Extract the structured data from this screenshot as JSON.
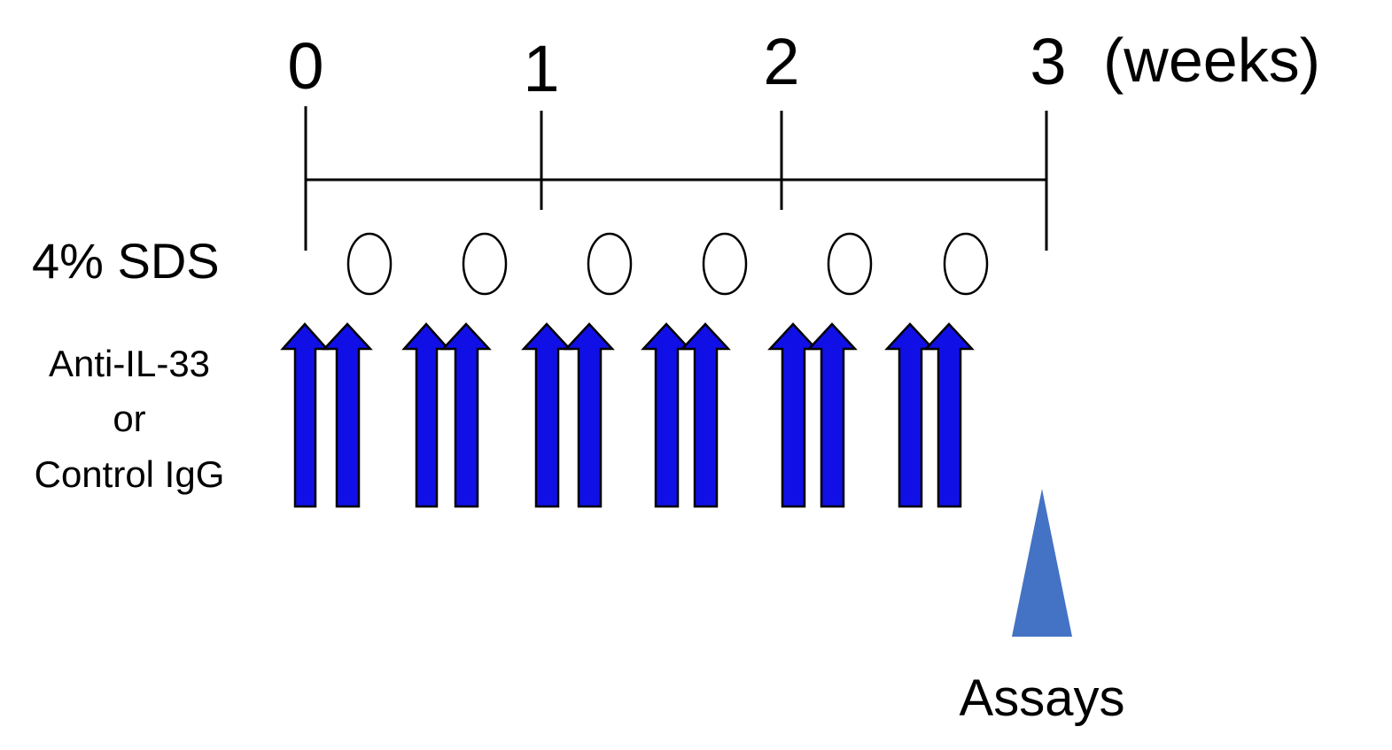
{
  "timeline": {
    "week_labels": [
      "0",
      "1",
      "2",
      "3"
    ],
    "unit_label": "(weeks)"
  },
  "sds": {
    "label": "4% SDS",
    "count": 6,
    "marker_shape": "open-circle"
  },
  "treatment": {
    "label_lines": [
      "Anti-IL-33",
      "or",
      "Control IgG"
    ],
    "pairs": 6,
    "arrow_color": "#1010e6",
    "arrow_outline": "#000000"
  },
  "assay": {
    "label": "Assays",
    "marker_color": "#4472c4",
    "marker_shape": "triangle"
  }
}
